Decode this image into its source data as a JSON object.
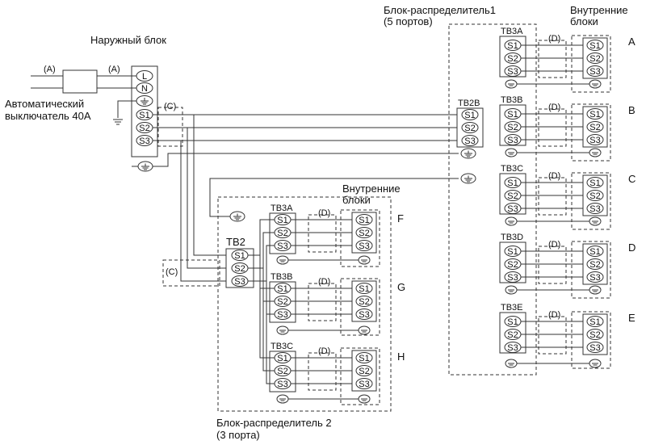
{
  "outdoor_unit": {
    "title": "Наружный блок",
    "terminals": [
      "L",
      "N",
      "S1",
      "S2",
      "S3"
    ]
  },
  "breaker": {
    "line1": "Автоматический",
    "line2": "выключатель 40A"
  },
  "wire_labels": {
    "a": "(A)",
    "c": "(C)",
    "d": "(D)"
  },
  "branch_box_1": {
    "title_line1": "Блок-распределитель1",
    "title_line2": "(5 портов)",
    "inlet": "TB2B",
    "ports": [
      {
        "block": "TB3A",
        "unit": "A"
      },
      {
        "block": "TB3B",
        "unit": "B"
      },
      {
        "block": "TB3C",
        "unit": "C"
      },
      {
        "block": "TB3D",
        "unit": "D"
      },
      {
        "block": "TB3E",
        "unit": "E"
      }
    ]
  },
  "branch_box_2": {
    "title_line1": "Блок-распределитель 2",
    "title_line2": "(3 порта)",
    "inlet": "TB2",
    "ports": [
      {
        "block": "TB3A",
        "unit": "F"
      },
      {
        "block": "TB3B",
        "unit": "G"
      },
      {
        "block": "TB3C",
        "unit": "H"
      }
    ]
  },
  "indoor_units": {
    "title_line1": "Внутренние",
    "title_line2": "блоки"
  },
  "signal_terminals": [
    "S1",
    "S2",
    "S3"
  ]
}
